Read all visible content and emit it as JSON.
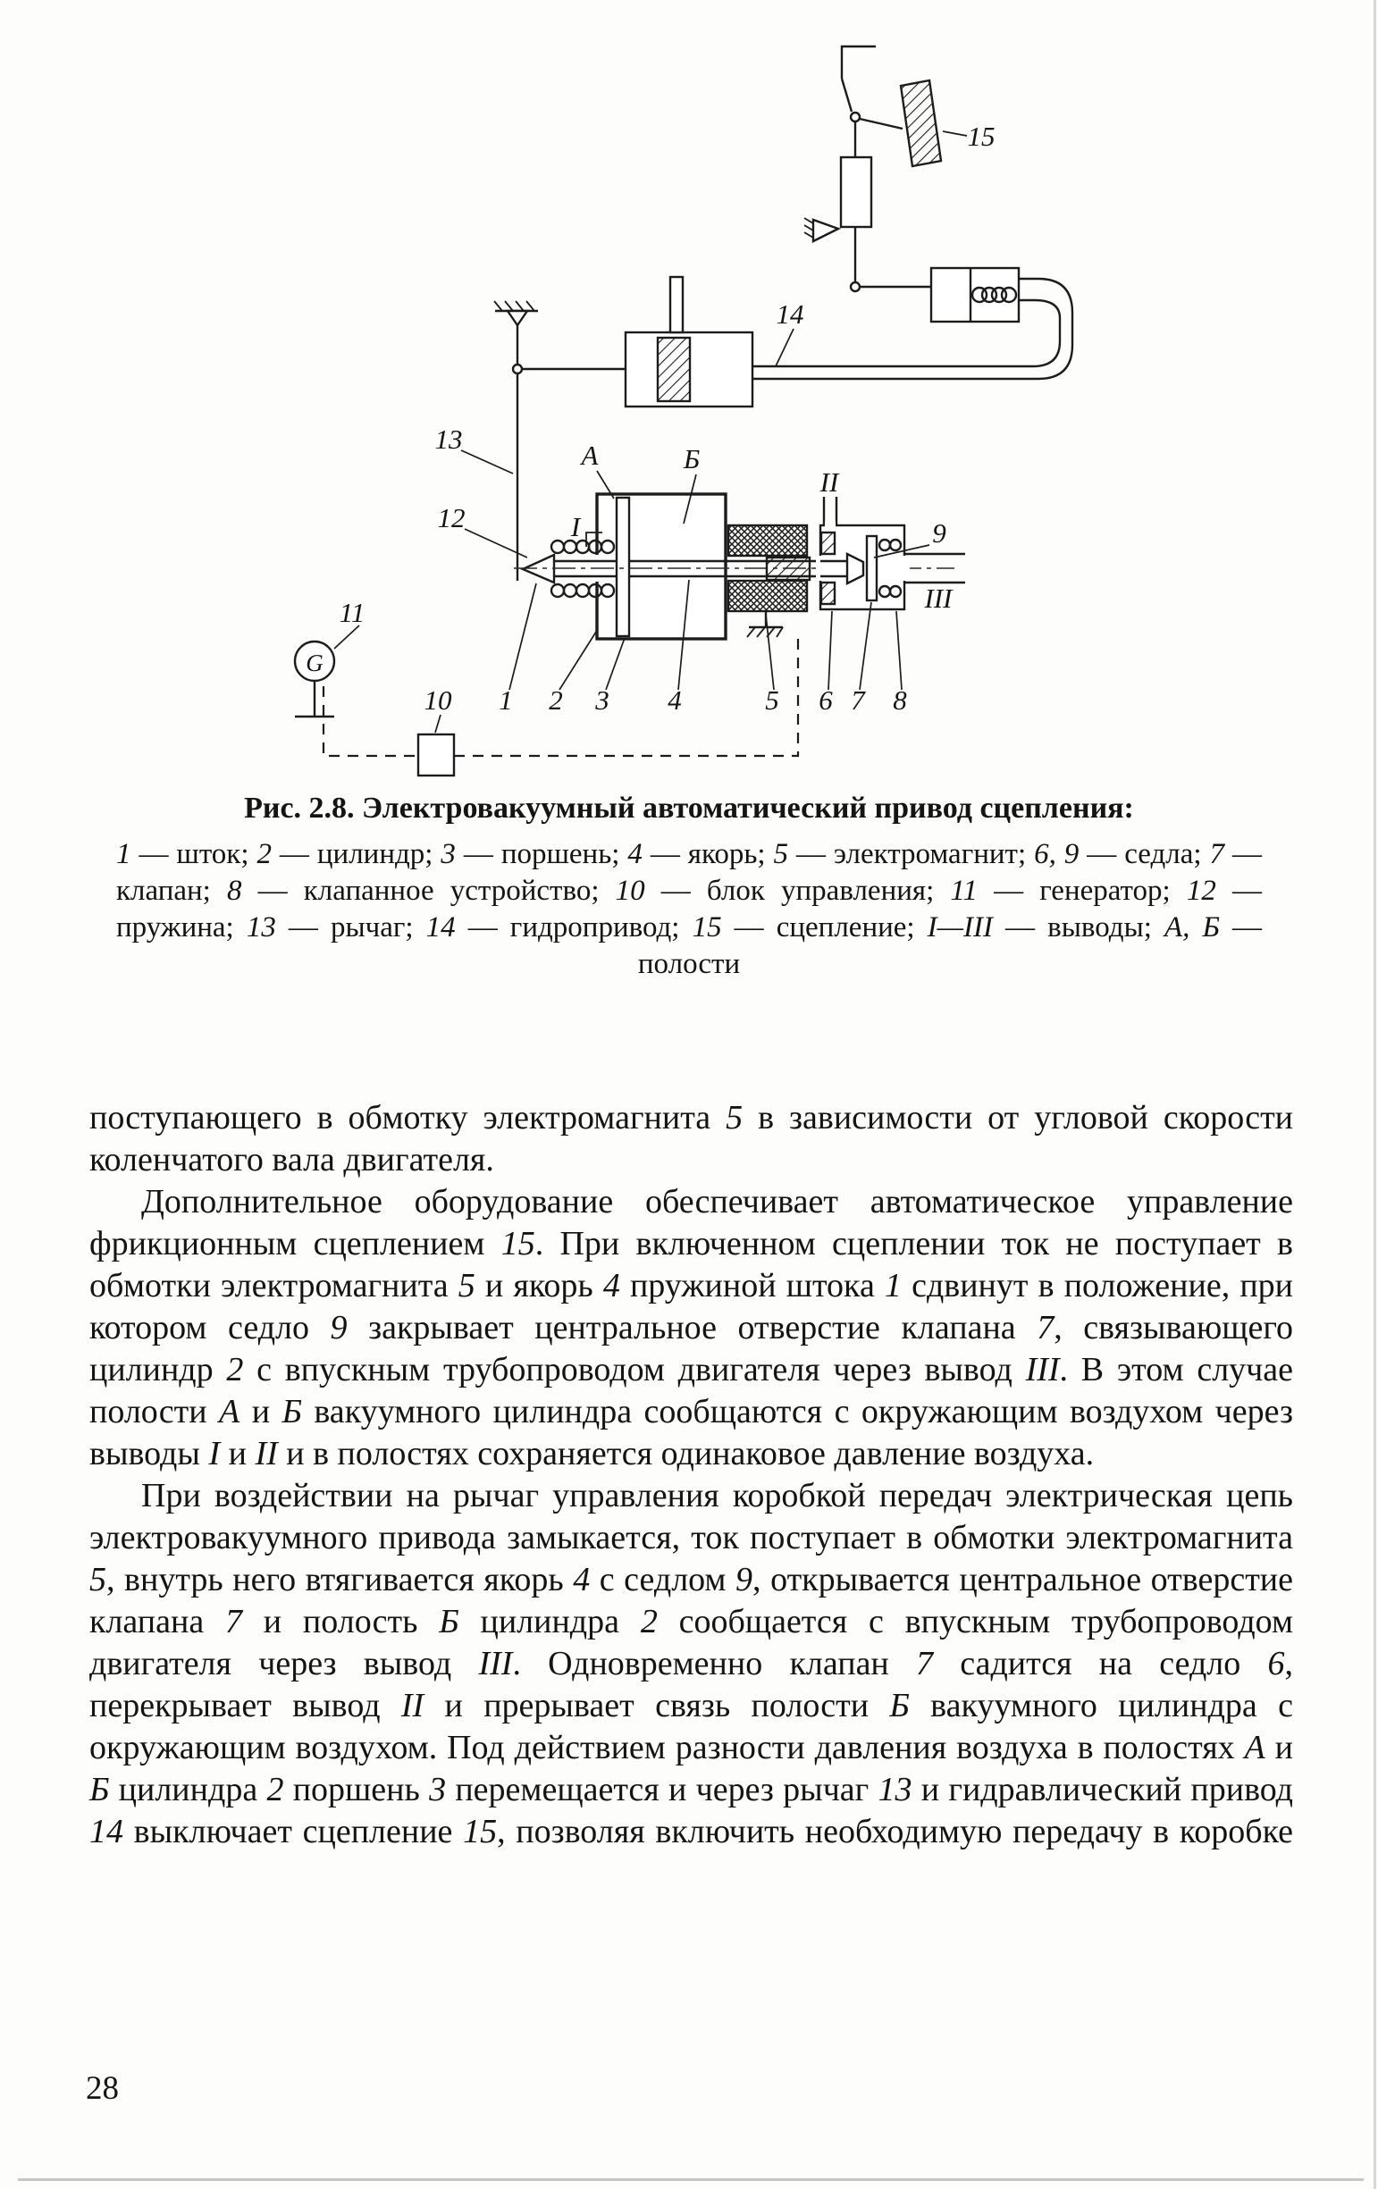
{
  "page": {
    "number": "28"
  },
  "figure": {
    "caption": "Рис. 2.8. Электровакуумный автоматический привод сцепления:",
    "legend_segments": [
      {
        "t": "1",
        "i": true
      },
      {
        "t": " — шток; "
      },
      {
        "t": "2",
        "i": true
      },
      {
        "t": " — цилиндр; "
      },
      {
        "t": "3",
        "i": true
      },
      {
        "t": " — поршень; "
      },
      {
        "t": "4",
        "i": true
      },
      {
        "t": " — якорь; "
      },
      {
        "t": "5",
        "i": true
      },
      {
        "t": " — электромагнит; "
      },
      {
        "t": "6, 9",
        "i": true
      },
      {
        "t": " — седла; "
      },
      {
        "t": "7",
        "i": true
      },
      {
        "t": " — клапан; "
      },
      {
        "t": "8",
        "i": true
      },
      {
        "t": " — клапанное устройство; "
      },
      {
        "t": "10",
        "i": true
      },
      {
        "t": " — блок управления; "
      },
      {
        "t": "11",
        "i": true
      },
      {
        "t": " — генератор; "
      },
      {
        "t": "12",
        "i": true
      },
      {
        "t": " — пружина; "
      },
      {
        "t": "13",
        "i": true
      },
      {
        "t": " — рычаг; "
      },
      {
        "t": "14",
        "i": true
      },
      {
        "t": " — гидропривод; "
      },
      {
        "t": "15",
        "i": true
      },
      {
        "t": " — сцепление; "
      },
      {
        "t": "I—III",
        "i": true
      },
      {
        "t": " — выводы; "
      },
      {
        "t": "А, Б",
        "i": true
      },
      {
        "t": " — полости"
      }
    ],
    "labels": {
      "n1": "1",
      "n2": "2",
      "n3": "3",
      "n4": "4",
      "n5": "5",
      "n6": "6",
      "n7": "7",
      "n8": "8",
      "n9": "9",
      "n10": "10",
      "n11": "11",
      "n12": "12",
      "n13": "13",
      "n14": "14",
      "n15": "15",
      "a": "А",
      "b": "Б",
      "v1": "I",
      "v2": "II",
      "v3": "III",
      "g": "G"
    }
  },
  "body": {
    "paragraphs": [
      {
        "segments": [
          {
            "t": "поступающего в обмотку электромагнита "
          },
          {
            "t": "5",
            "i": true
          },
          {
            "t": " в зависимости от угловой скорости коленчатого вала двигателя."
          }
        ]
      },
      {
        "segments": [
          {
            "t": "Дополнительное оборудование обеспечивает автоматическое управление фрикционным сцеплением "
          },
          {
            "t": "15",
            "i": true
          },
          {
            "t": ". При включенном сцеплении ток не поступает в обмотки электромагнита "
          },
          {
            "t": "5",
            "i": true
          },
          {
            "t": " и якорь "
          },
          {
            "t": "4",
            "i": true
          },
          {
            "t": " пружиной штока "
          },
          {
            "t": "1",
            "i": true
          },
          {
            "t": " сдвинут в положение, при котором седло "
          },
          {
            "t": "9",
            "i": true
          },
          {
            "t": " закрывает центральное отверстие клапана "
          },
          {
            "t": "7",
            "i": true
          },
          {
            "t": ", связывающего цилиндр "
          },
          {
            "t": "2",
            "i": true
          },
          {
            "t": " с впускным трубопроводом двигателя через вывод "
          },
          {
            "t": "III",
            "i": true
          },
          {
            "t": ". В этом случае полости "
          },
          {
            "t": "А",
            "i": true
          },
          {
            "t": " и "
          },
          {
            "t": "Б",
            "i": true
          },
          {
            "t": " вакуумного цилиндра сообщаются с окружающим воздухом через выводы "
          },
          {
            "t": "I",
            "i": true
          },
          {
            "t": " и "
          },
          {
            "t": "II",
            "i": true
          },
          {
            "t": " и в полостях сохраняется одинаковое давление воздуха."
          }
        ]
      },
      {
        "segments": [
          {
            "t": "При воздействии на рычаг управления коробкой передач электрическая цепь электровакуумного привода замыкается, ток поступает в обмотки электромагнита "
          },
          {
            "t": "5",
            "i": true
          },
          {
            "t": ", внутрь него втягивается якорь "
          },
          {
            "t": "4",
            "i": true
          },
          {
            "t": " с седлом "
          },
          {
            "t": "9",
            "i": true
          },
          {
            "t": ", открывается центральное отверстие клапана "
          },
          {
            "t": "7",
            "i": true
          },
          {
            "t": " и полость "
          },
          {
            "t": "Б",
            "i": true
          },
          {
            "t": " цилиндра "
          },
          {
            "t": "2",
            "i": true
          },
          {
            "t": " сообщается с впускным трубопроводом двигателя через вывод "
          },
          {
            "t": "III",
            "i": true
          },
          {
            "t": ". Одновременно клапан "
          },
          {
            "t": "7",
            "i": true
          },
          {
            "t": " садится на седло "
          },
          {
            "t": "6",
            "i": true
          },
          {
            "t": ", перекрывает вывод "
          },
          {
            "t": "II",
            "i": true
          },
          {
            "t": " и прерывает связь полости "
          },
          {
            "t": "Б",
            "i": true
          },
          {
            "t": " вакуумного цилиндра с окружающим воздухом. Под действием разности давления воздуха в полостях "
          },
          {
            "t": "А",
            "i": true
          },
          {
            "t": " и "
          },
          {
            "t": "Б",
            "i": true
          },
          {
            "t": " цилиндра "
          },
          {
            "t": "2",
            "i": true
          },
          {
            "t": " поршень "
          },
          {
            "t": "3",
            "i": true
          },
          {
            "t": " перемещается и через рычаг "
          },
          {
            "t": "13",
            "i": true
          },
          {
            "t": " и гидравлический привод "
          },
          {
            "t": "14",
            "i": true
          },
          {
            "t": " выключает сцепление "
          },
          {
            "t": "15",
            "i": true
          },
          {
            "t": ", позволяя включить необходимую передачу в коробке"
          }
        ]
      }
    ]
  }
}
